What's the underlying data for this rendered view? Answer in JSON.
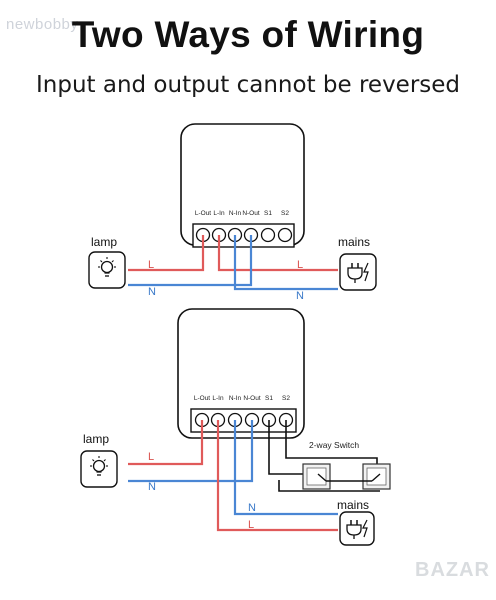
{
  "watermark": "newbobby",
  "title": "Two Ways of Wiring",
  "subtitle": "Input and output cannot be reversed",
  "terminals": [
    "L-Out",
    "L-In",
    "N-In",
    "N-Out",
    "S1",
    "S2"
  ],
  "lamp_label": "lamp",
  "mains_label": "mains",
  "wire_l": "L",
  "wire_n": "N",
  "switch_label": "2-way Switch",
  "brand": "BAZAR",
  "colors": {
    "live": "#e05a5a",
    "neutral": "#4a86d4",
    "wire": "#111111"
  }
}
